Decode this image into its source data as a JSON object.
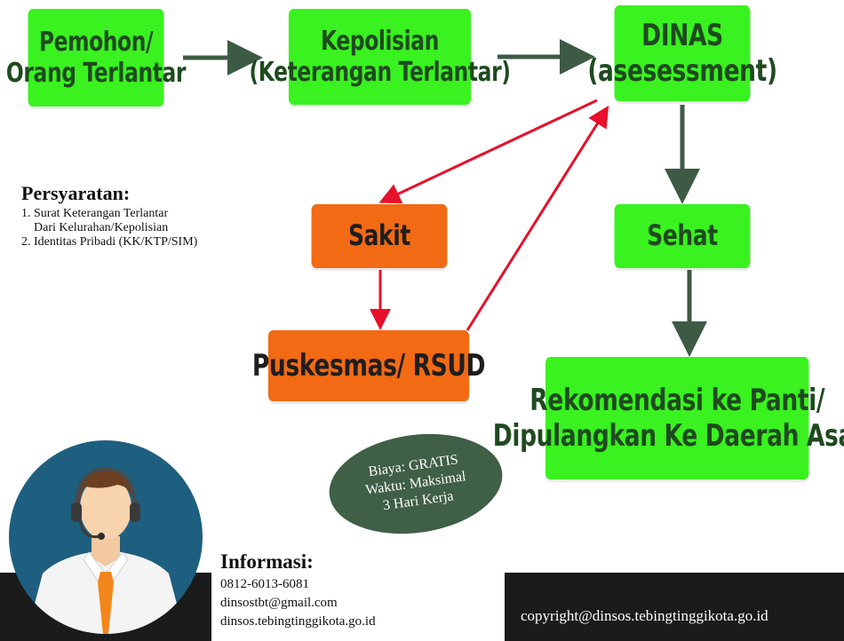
{
  "flow": {
    "pemohon": [
      "Pemohon/",
      "Orang Terlantar"
    ],
    "kepolisian": [
      "Kepolisian",
      "(Keterangan Terlantar)"
    ],
    "dinas": [
      "DINAS",
      "(asesessment)"
    ],
    "sakit": "Sakit",
    "sehat": "Sehat",
    "puskesmas": "Puskesmas/ RSUD",
    "rekomendasi": [
      "Rekomendasi ke Panti/",
      "Dipulangkan Ke Daerah Asal"
    ]
  },
  "requirements": {
    "title": "Persyaratan:",
    "items": [
      "1. Surat Keterangan Terlantar",
      "Dari Kelurahan/Kepolisian",
      "2. Identitas Pribadi (KK/KTP/SIM)"
    ]
  },
  "cost": {
    "lines": [
      "Biaya: GRATIS",
      "Waktu: Maksimal",
      "3 Hari Kerja"
    ]
  },
  "info": {
    "title": "Informasi:",
    "phone": "0812-6013-6081",
    "email": "dinsostbt@gmail.com",
    "website": "dinsos.tebingtinggikota.go.id"
  },
  "copyright": "copyright@dinsos.tebingtinggikota.go.id",
  "colors": {
    "box_green": "#39f21f",
    "box_orange": "#f26a14",
    "arrow_dark": "#3d5a45",
    "arrow_red": "#e8102a",
    "footer": "#1b1b1b"
  },
  "icons": [
    "customer-service-avatar-icon"
  ]
}
